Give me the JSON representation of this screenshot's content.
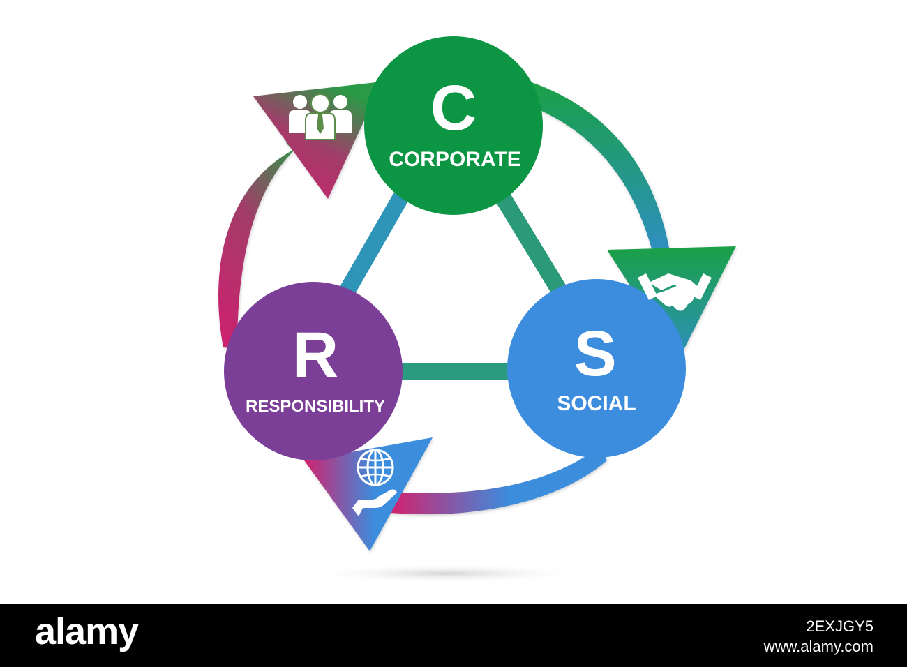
{
  "diagram": {
    "nodes": {
      "corporate": {
        "letter": "C",
        "label": "CORPORATE",
        "color": "#0c9644"
      },
      "social": {
        "letter": "S",
        "label": "SOCIAL",
        "color": "#3c8ddd"
      },
      "responsibility": {
        "letter": "R",
        "label": "RESPONSIBILITY",
        "color": "#7b3f98"
      }
    },
    "connectors": {
      "c_to_r_color": "#2f95b8",
      "c_to_s_color": "#2a9a78",
      "r_to_s_color": "#2a9a80"
    },
    "arrows": {
      "corporate_to_social": {
        "icon": "handshake-icon",
        "from_color": "#1aa046",
        "to_color": "#2f8fc0"
      },
      "social_to_responsibility": {
        "icon": "globe-in-hand-icon",
        "from_color": "#3c8ddd",
        "to_color": "#d2226e"
      },
      "responsibility_to_corporate": {
        "icon": "business-team-icon",
        "from_color": "#d0206f",
        "to_color": "#2a9a46"
      }
    }
  },
  "footer": {
    "logo": "alamy",
    "image_id": "2EXJGY5",
    "url": "www.alamy.com"
  }
}
